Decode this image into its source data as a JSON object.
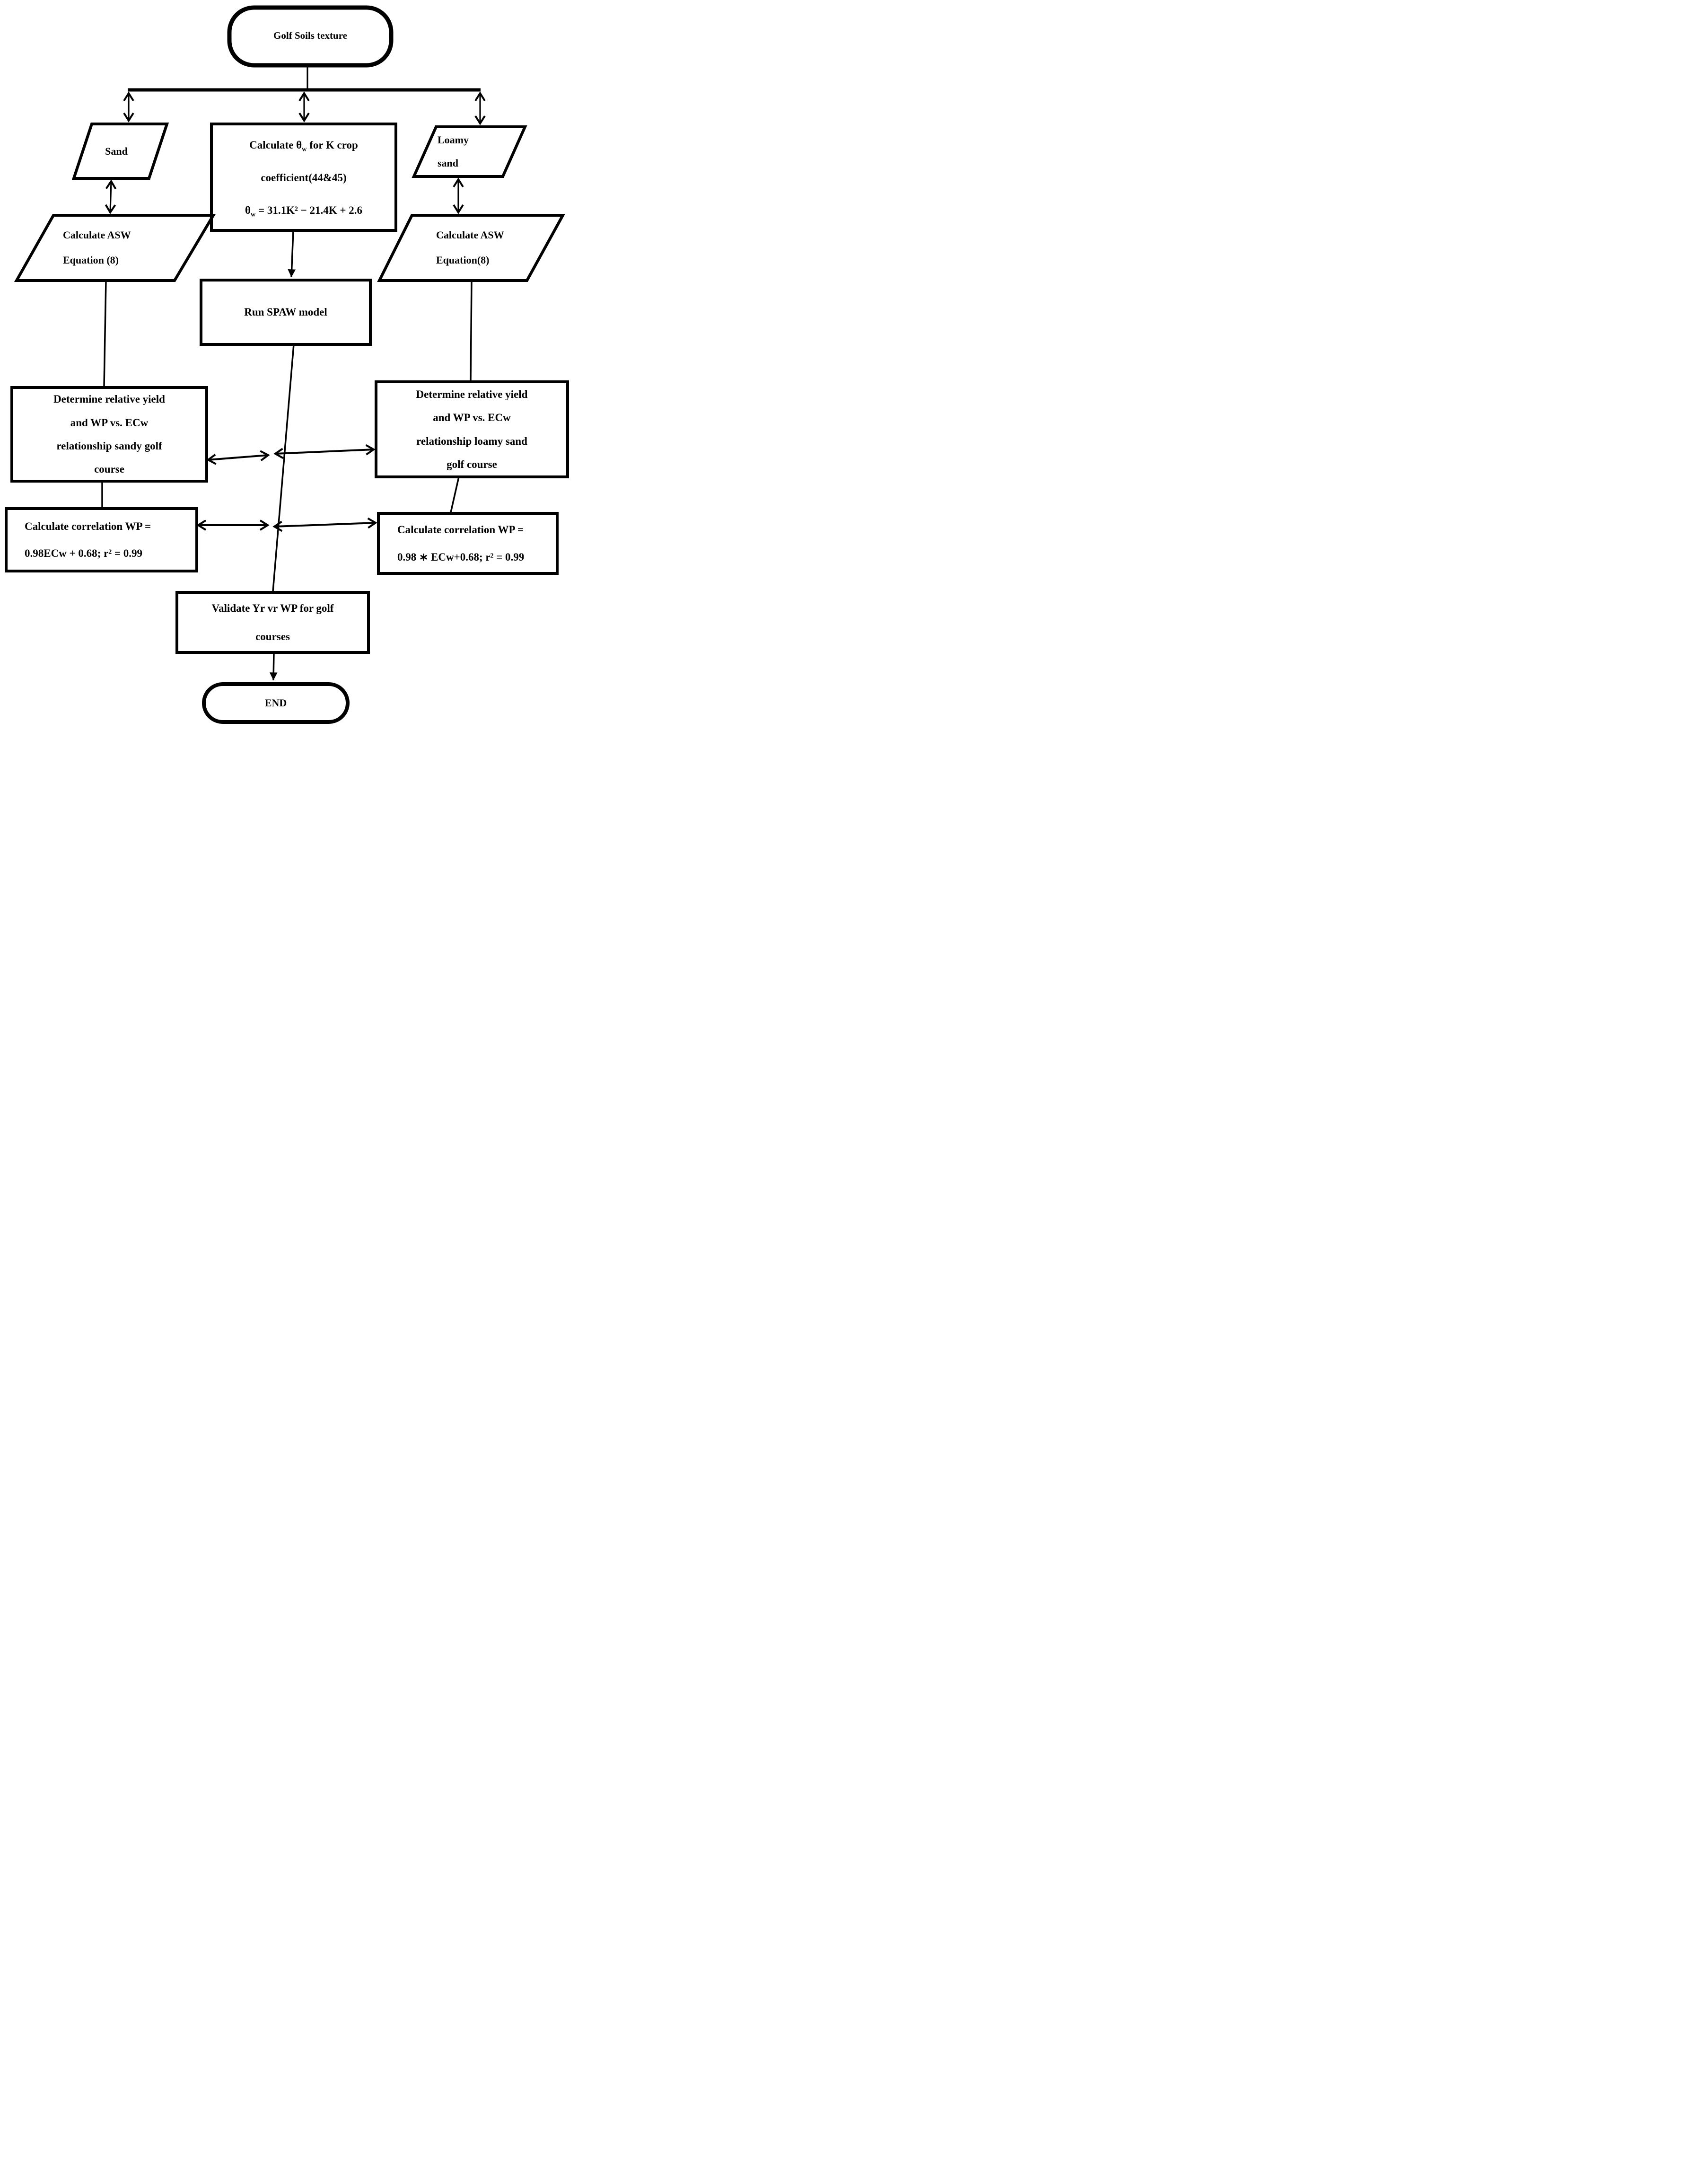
{
  "title": "Golf soils texture flowchart",
  "colors": {
    "stroke": "#000000",
    "background": "#ffffff",
    "text": "#000000"
  },
  "nodes": {
    "start": {
      "label": "Golf Soils texture"
    },
    "sand": {
      "label": "Sand"
    },
    "calc_theta": {
      "line1_pre": "Calculate θ",
      "line1_sub": "w",
      "line1_post": " for K crop",
      "line2": "coefficient(44&45)",
      "line3_pre": "θ",
      "line3_sub": "w",
      "line3_post": " = 31.1K² − 21.4K + 2.6"
    },
    "loamy": {
      "line1": "Loamy",
      "line2": "sand"
    },
    "asw_left": {
      "line1": "Calculate ASW",
      "line2": "Equation (8)"
    },
    "asw_right": {
      "line1": "Calculate ASW",
      "line2": "Equation(8)"
    },
    "run_spaw": {
      "label": "Run SPAW model"
    },
    "det_left": {
      "line1": "Determine relative yield",
      "line2": "and WP vs. ECw",
      "line3": "relationship sandy golf",
      "line4": "course"
    },
    "det_right": {
      "line1": "Determine relative yield",
      "line2": "and WP vs. ECw",
      "line3": "relationship loamy sand",
      "line4": "golf course"
    },
    "corr_left": {
      "line1": "Calculate correlation WP =",
      "line2": "0.98ECw + 0.68; r² = 0.99"
    },
    "corr_right": {
      "line1": "Calculate correlation WP =",
      "line2": "0.98 ∗ ECw+0.68; r² = 0.99"
    },
    "validate": {
      "line1": "Validate Yr vr WP for golf",
      "line2": "courses"
    },
    "end": {
      "label": "END"
    }
  }
}
